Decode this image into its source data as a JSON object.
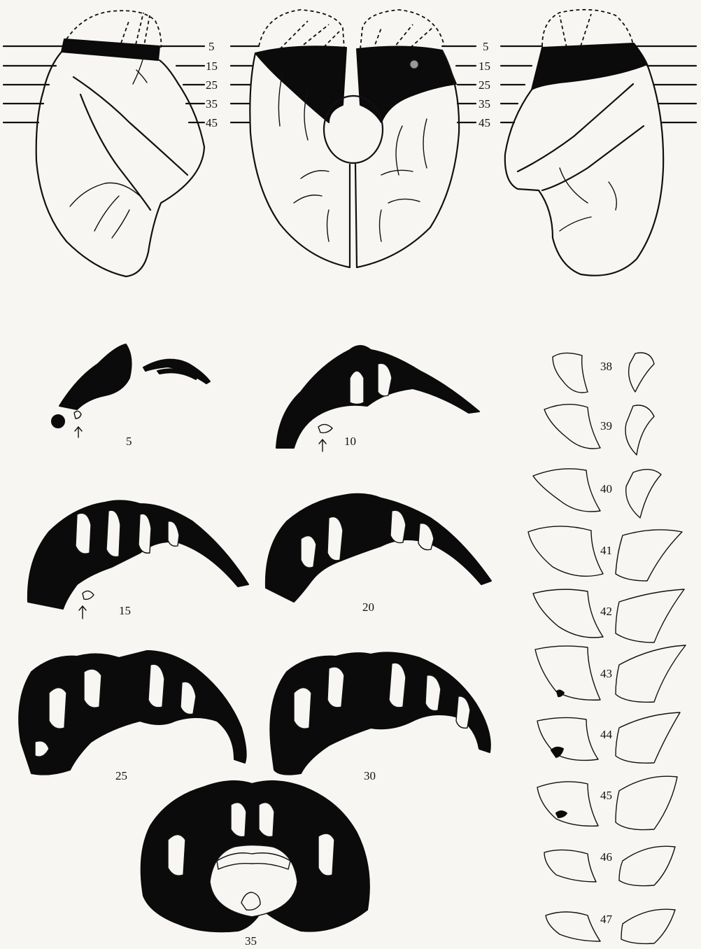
{
  "levels": {
    "left": [
      "5",
      "15",
      "25",
      "35",
      "45"
    ],
    "right": [
      "5",
      "15",
      "25",
      "35",
      "45"
    ]
  },
  "sections": {
    "s5": "5",
    "s10": "10",
    "s15": "15",
    "s20": "20",
    "s25": "25",
    "s30": "30",
    "s35": "35"
  },
  "small_sections": [
    "38",
    "39",
    "40",
    "41",
    "42",
    "43",
    "44",
    "45",
    "46",
    "47"
  ]
}
